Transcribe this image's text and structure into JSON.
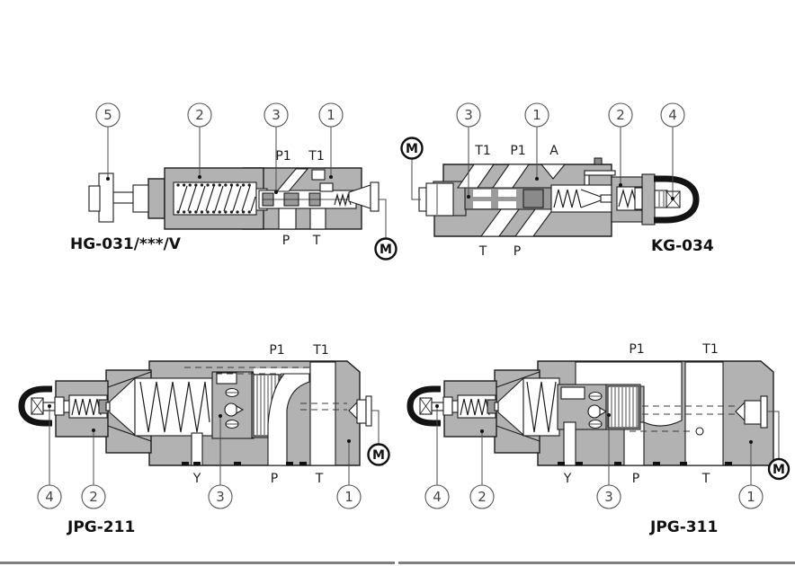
{
  "colors": {
    "valve_body_gray": "#b2b2b2",
    "sleeve_gray": "#9a9a9a",
    "outline_black": "#1c1c1c",
    "channel_white": "#ffffff",
    "end_cap_black": "#131313",
    "leader_gray": "#4a4a4a",
    "bottom_rule_gray": "#7e7e7e"
  },
  "diagrams": [
    {
      "model": "HG-031/***/V",
      "callouts": [
        "5",
        "2",
        "3",
        "1"
      ],
      "ports_top": [
        "P1",
        "T1"
      ],
      "ports_bottom": [
        "P",
        "T"
      ],
      "gauge_label": "M"
    },
    {
      "model": "KG-034",
      "callouts": [
        "3",
        "1",
        "2",
        "4"
      ],
      "ports_top": [
        "T1",
        "P1",
        "A"
      ],
      "ports_bottom": [
        "T",
        "P"
      ],
      "gauge_label": "M"
    },
    {
      "model": "JPG-211",
      "callouts": [
        "4",
        "2",
        "3",
        "1"
      ],
      "ports_top": [
        "P1",
        "T1"
      ],
      "ports_bottom": [
        "Y",
        "P",
        "T"
      ],
      "gauge_label": "M"
    },
    {
      "model": "JPG-311",
      "callouts": [
        "4",
        "2",
        "3",
        "1"
      ],
      "ports_top": [
        "P1",
        "T1"
      ],
      "ports_bottom": [
        "Y",
        "P",
        "T"
      ],
      "gauge_label": "M"
    }
  ]
}
